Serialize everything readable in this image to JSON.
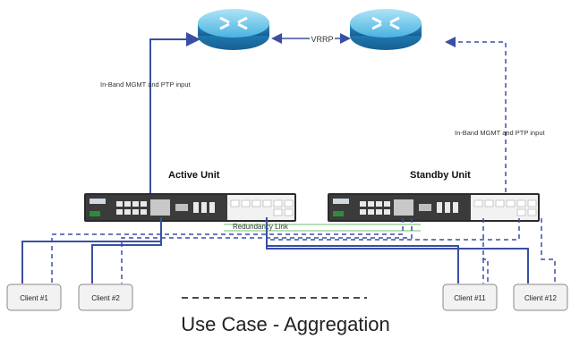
{
  "labels": {
    "vrrp": "VRRP",
    "mgmt_left": "In-Band MGMT and PTP input",
    "mgmt_right": "In-Band MGMT and PTP input",
    "active_unit": "Active Unit",
    "standby_unit": "Standby Unit",
    "redundancy_link": "Redundancy Link",
    "caption": "Use Case - Aggregation"
  },
  "clients": [
    "Client #1",
    "Client #2",
    "Client #11",
    "Client #12"
  ],
  "colors": {
    "link": "#3a4fa3",
    "dashed": "#3a4fa3",
    "router_top": "#7fd0ef",
    "router_side": "#1f7fb8",
    "device_body": "#2a2a2a",
    "device_face": "#f2f2f2",
    "redundancy": "#6fbf6f"
  },
  "icons": [
    "router-icon",
    "network-device-icon"
  ]
}
